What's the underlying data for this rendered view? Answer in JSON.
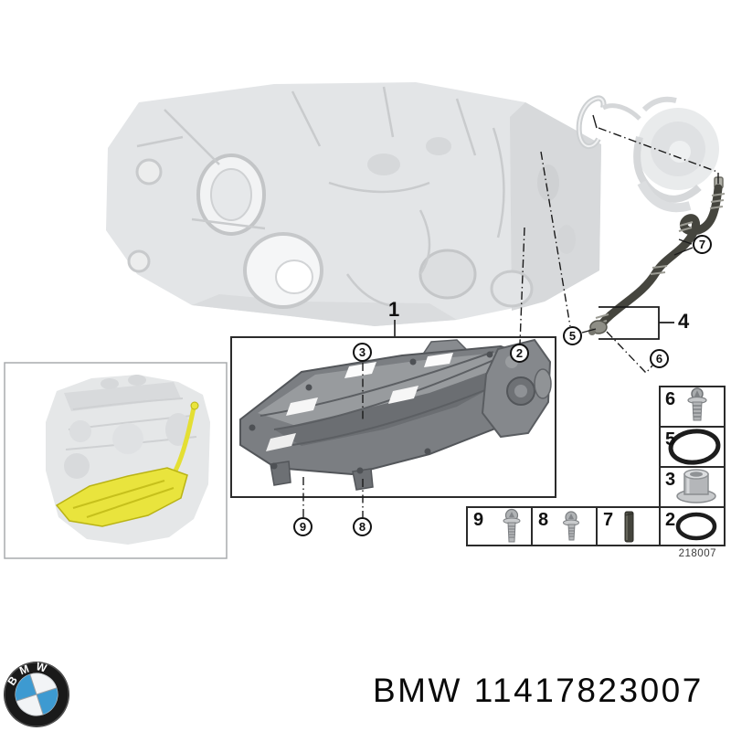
{
  "diagram": {
    "drawing_number": "218007",
    "group_labels": {
      "main": "1",
      "pipe": "4"
    },
    "callouts": {
      "c2": "2",
      "c3": "3",
      "c5": "5",
      "c6": "6",
      "c7": "7",
      "c8": "8",
      "c9": "9"
    },
    "highlight_color": "#e9e43d"
  },
  "legend": {
    "right_column": [
      {
        "num": "6",
        "icon": "flange-bolt-icon"
      },
      {
        "num": "5",
        "icon": "o-ring-large-icon"
      },
      {
        "num": "3",
        "icon": "bushing-icon"
      },
      {
        "num": "2",
        "icon": "o-ring-small-icon"
      }
    ],
    "bottom_row": [
      {
        "num": "9",
        "icon": "flange-screw-long-icon"
      },
      {
        "num": "8",
        "icon": "flange-screw-short-icon"
      },
      {
        "num": "7",
        "icon": "dowel-pin-icon"
      }
    ]
  },
  "footer": {
    "logo_letters": "BMW",
    "title": "BMW 11417823007"
  },
  "colors": {
    "accent_yellow": "#e9e43d",
    "part_dark": "#7b7e82",
    "part_faded": "#e3e5e7",
    "pipe_dark": "#45453e",
    "line": "#1b1b1b"
  }
}
